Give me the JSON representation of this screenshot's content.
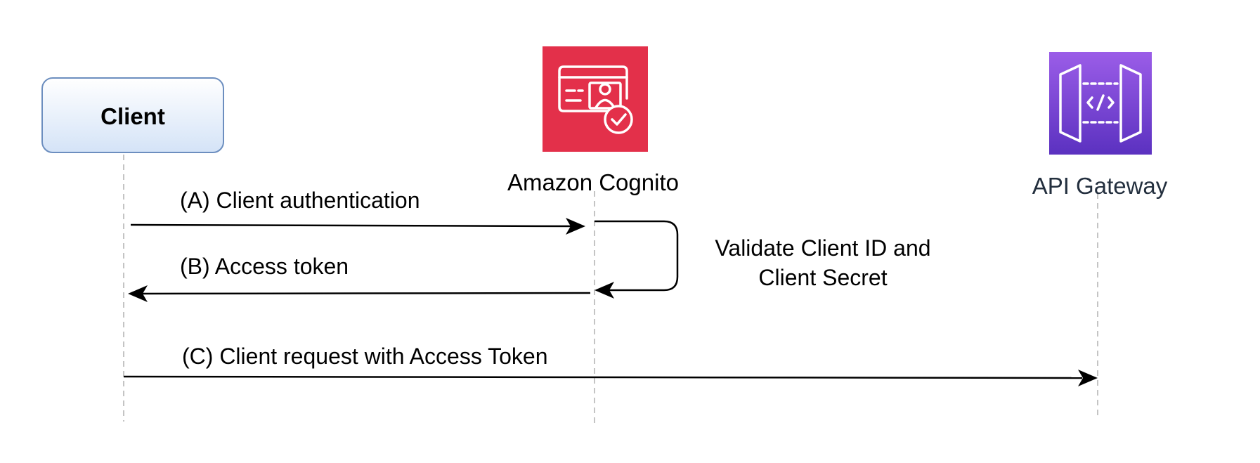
{
  "participants": {
    "client": {
      "label": "Client"
    },
    "cognito": {
      "label": "Amazon Cognito",
      "icon": "cognito-icon",
      "color": "#e7334a"
    },
    "apigw": {
      "label": "API Gateway",
      "icon": "api-gateway-icon",
      "color_top": "#9b59e8",
      "color_bottom": "#5a2fbf"
    }
  },
  "messages": {
    "a": {
      "label": "(A) Client authentication"
    },
    "b": {
      "label": "(B) Access token"
    },
    "self": {
      "line1": "Validate Client ID and",
      "line2": "Client Secret"
    },
    "c": {
      "label": "(C) Client request with Access Token"
    }
  }
}
